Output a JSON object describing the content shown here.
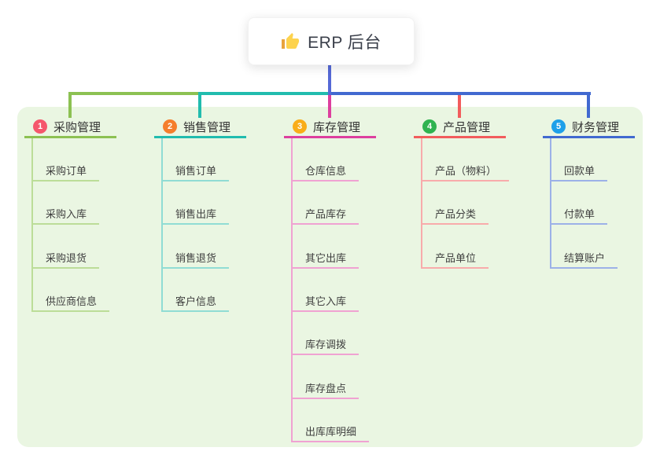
{
  "root": {
    "title": "ERP 后台",
    "icon": "thumbs-up-icon",
    "line_color": "#5569d6"
  },
  "panel": {
    "background": "#eaf6e2"
  },
  "branches": [
    {
      "index": "1",
      "label": "采购管理",
      "badge_color": "#f5576c",
      "line_color": "#8cc152",
      "light_color": "#bcdd98",
      "children": [
        "采购订单",
        "采购入库",
        "采购退货",
        "供应商信息"
      ]
    },
    {
      "index": "2",
      "label": "销售管理",
      "badge_color": "#f57e2c",
      "line_color": "#21bcae",
      "light_color": "#90dcd4",
      "children": [
        "销售订单",
        "销售出库",
        "销售退货",
        "客户信息"
      ]
    },
    {
      "index": "3",
      "label": "库存管理",
      "badge_color": "#f9ad19",
      "line_color": "#dd3f9e",
      "light_color": "#f0a2d2",
      "children": [
        "仓库信息",
        "产品库存",
        "其它出库",
        "其它入库",
        "库存调拨",
        "库存盘点",
        "出库库明细"
      ]
    },
    {
      "index": "4",
      "label": "产品管理",
      "badge_color": "#2fb350",
      "line_color": "#f25c5c",
      "light_color": "#f8abab",
      "children": [
        "产品（物料）",
        "产品分类",
        "产品单位"
      ]
    },
    {
      "index": "5",
      "label": "财务管理",
      "badge_color": "#1ea0e9",
      "line_color": "#4169d0",
      "light_color": "#9cb1e8",
      "children": [
        "回款单",
        "付款单",
        "结算账户"
      ]
    }
  ]
}
